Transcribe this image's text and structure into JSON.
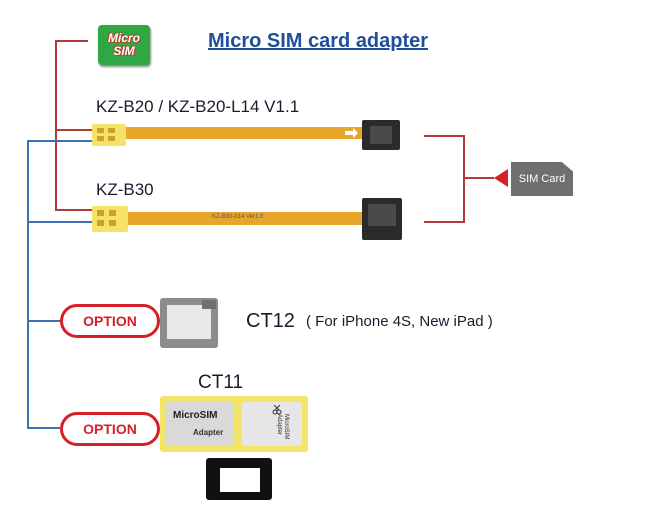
{
  "title": "Micro SIM card adapter",
  "micro_sim_badge": {
    "line1": "Micro",
    "line2": "SIM"
  },
  "products": {
    "kz_b20": "KZ-B20   /   KZ-B20-L14 V1.1",
    "kz_b30": "KZ-B30",
    "flex_print": "KZ-B30-014   Ver1.0"
  },
  "sim_card_label": "SIM Card",
  "options": [
    {
      "label": "OPTION",
      "model": "CT12",
      "note": "( For iPhone 4S, New iPad )"
    },
    {
      "label": "OPTION",
      "model": "CT11",
      "note": ""
    }
  ],
  "ct11_card": {
    "title": "MicroSIM",
    "sub": "Adapter",
    "right_title": "MicroSIM",
    "right_sub": "Adapter"
  },
  "colors": {
    "title": "#1f4e9a",
    "red_bracket": "#b33a3a",
    "blue_bracket": "#3c6fb4",
    "option_red": "#d61f26",
    "flex": "#e7a52b",
    "pad": "#f6e268"
  },
  "icons": [
    "right-arrow-icon",
    "left-red-arrow-icon",
    "scissors-icon"
  ]
}
